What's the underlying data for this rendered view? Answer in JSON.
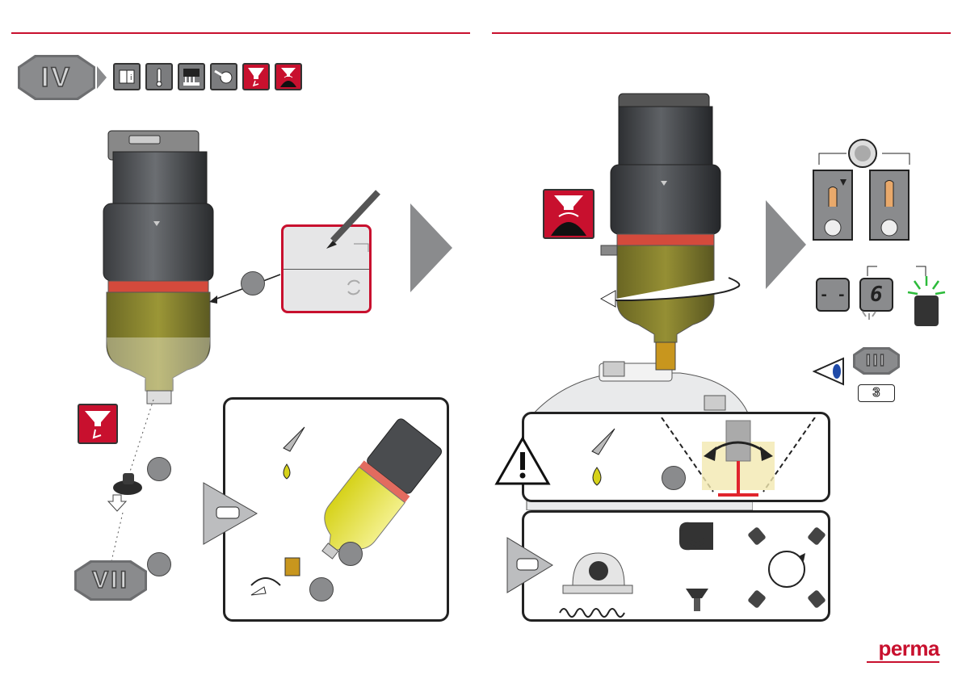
{
  "badges": {
    "step_current": "IV",
    "step_next": "VII",
    "reader_display": "III",
    "reader_digit": "3",
    "display_dashes": "- -",
    "display_digit": "6"
  },
  "brand": {
    "logo": "perma",
    "color": "#c8102e"
  },
  "colors": {
    "accent": "#c8102e",
    "grey_badge": "#8a8b8d",
    "lubricant": "#b6b32b"
  },
  "icons": {
    "header_pictograms": [
      "manual-icon",
      "temperature-icon",
      "grease-gun-icon",
      "tool-icon",
      "fill-cartridge-icon",
      "activate-icon"
    ],
    "left_panel": [
      "edit-label-icon",
      "rotate-icon",
      "pointer-hand-icon",
      "oil-drop-icon",
      "screw-plug-icon"
    ],
    "right_panel": [
      "warning-icon",
      "oil-drop-icon",
      "orientation-angle-icon",
      "pointer-hand-icon",
      "bearing-icon",
      "vibration-icon",
      "bracket-icon",
      "rotation-icon"
    ]
  }
}
